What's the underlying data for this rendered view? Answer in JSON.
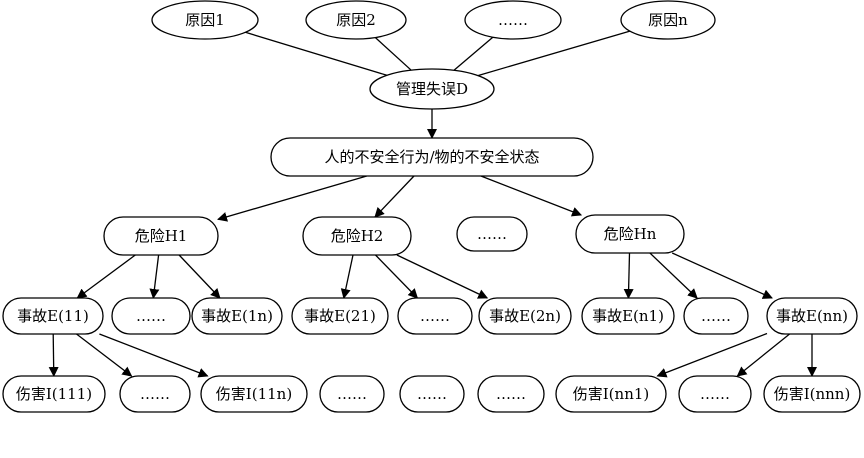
{
  "nodes": {
    "cause_1": "原因1",
    "cause_2": "原因2",
    "cause_dots": "……",
    "cause_n": "原因n",
    "mgmt_error": "管理失误D",
    "unsafe_state": "人的不安全行为/物的不安全状态",
    "hazard_1": "危险H1",
    "hazard_2": "危险H2",
    "hazard_dots": "……",
    "hazard_n": "危险Hn",
    "accident_11": "事故E(11)",
    "accident_1_dots": "……",
    "accident_1n": "事故E(1n)",
    "accident_21": "事故E(21)",
    "accident_2_dots": "……",
    "accident_2n": "事故E(2n)",
    "accident_n1": "事故E(n1)",
    "accident_n_dots": "……",
    "accident_nn": "事故E(nn)",
    "injury_111": "伤害I(111)",
    "injury_11_dots": "……",
    "injury_11n": "伤害I(11n)",
    "injury_dots_a": "……",
    "injury_dots_b": "……",
    "injury_dots_c": "……",
    "injury_nn1": "伤害I(nn1)",
    "injury_nn_dots": "……",
    "injury_nnn": "伤害I(nnn)"
  },
  "edges": [
    [
      "cause_1",
      "mgmt_error"
    ],
    [
      "cause_2",
      "mgmt_error"
    ],
    [
      "cause_dots",
      "mgmt_error"
    ],
    [
      "cause_n",
      "mgmt_error"
    ],
    [
      "mgmt_error",
      "unsafe_state"
    ],
    [
      "unsafe_state",
      "hazard_1"
    ],
    [
      "unsafe_state",
      "hazard_2"
    ],
    [
      "unsafe_state",
      "hazard_n"
    ],
    [
      "hazard_1",
      "accident_11"
    ],
    [
      "hazard_1",
      "accident_1_dots"
    ],
    [
      "hazard_1",
      "accident_1n"
    ],
    [
      "hazard_2",
      "accident_21"
    ],
    [
      "hazard_2",
      "accident_2_dots"
    ],
    [
      "hazard_2",
      "accident_2n"
    ],
    [
      "hazard_n",
      "accident_n1"
    ],
    [
      "hazard_n",
      "accident_n_dots"
    ],
    [
      "hazard_n",
      "accident_nn"
    ],
    [
      "accident_11",
      "injury_111"
    ],
    [
      "accident_11",
      "injury_11_dots"
    ],
    [
      "accident_11",
      "injury_11n"
    ],
    [
      "accident_nn",
      "injury_nn1"
    ],
    [
      "accident_nn",
      "injury_nn_dots"
    ],
    [
      "accident_nn",
      "injury_nnn"
    ]
  ]
}
